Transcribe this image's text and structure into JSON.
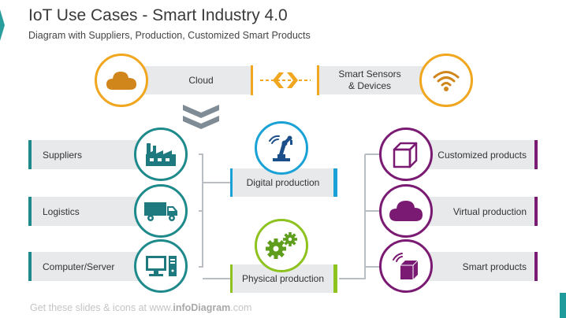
{
  "header": {
    "title": "IoT Use Cases - Smart Industry 4.0",
    "subtitle": "Diagram with Suppliers, Production, Customized Smart Products"
  },
  "top": {
    "cloud_label": "Cloud",
    "sensors_label_line1": "Smart Sensors",
    "sensors_label_line2": "& Devices"
  },
  "left_items": [
    {
      "label": "Suppliers",
      "icon": "factory-icon"
    },
    {
      "label": "Logistics",
      "icon": "truck-icon"
    },
    {
      "label": "Computer/Server",
      "icon": "computer-icon"
    }
  ],
  "center_items": [
    {
      "label": "Digital production",
      "icon": "robot-arm-icon"
    },
    {
      "label": "Physical production",
      "icon": "gears-icon"
    }
  ],
  "right_items": [
    {
      "label": "Customized products",
      "icon": "box-icon"
    },
    {
      "label": "Virtual production",
      "icon": "cloud-icon"
    },
    {
      "label": "Smart products",
      "icon": "smart-box-icon"
    }
  ],
  "footer": {
    "prefix": "Get these slides & icons at www.",
    "brand": "infoDiagram",
    "suffix": ".com"
  },
  "colors": {
    "orange": "#f0a61e",
    "cloud_brown": "#d1861c",
    "teal": "#1f8a8c",
    "blue": "#1aa2d6",
    "green": "#8dc21f",
    "purple": "#7a1a72",
    "grey_bar": "#e7e9ea"
  }
}
